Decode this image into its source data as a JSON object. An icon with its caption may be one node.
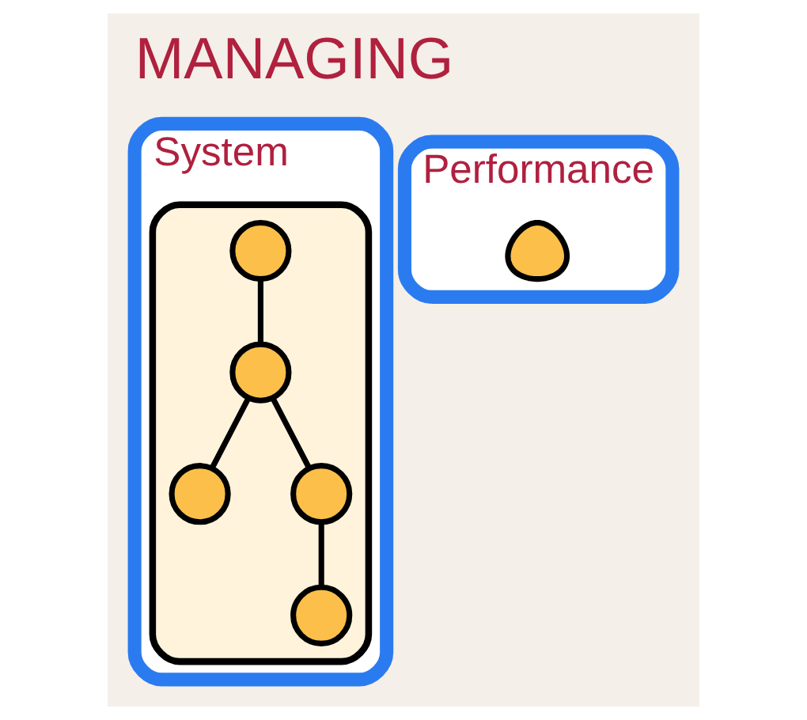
{
  "diagram": {
    "title": "MANAGING",
    "nodes": [
      {
        "text": [
          "System"
        ]
      },
      {
        "text": [
          "Performance"
        ]
      },
      {
        "text": [],
        "shape": "cloud",
        "in": 0
      },
      {
        "text": [],
        "shape": "circle",
        "in": 2
      },
      {
        "text": [],
        "shape": "circle",
        "in": 2
      },
      {
        "text": [],
        "shape": "circle",
        "in": 2
      },
      {
        "text": [],
        "shape": "circle",
        "in": 2
      },
      {
        "text": [],
        "shape": "circle",
        "in": 2
      },
      {
        "text": [],
        "shape": "person",
        "in": 1
      }
    ],
    "edges": [
      {
        "from": 3,
        "to": 4,
        "arrow": "none"
      },
      {
        "from": 4,
        "to": 5,
        "arrow": "none"
      },
      {
        "from": 4,
        "to": 6,
        "arrow": "none"
      },
      {
        "from": 6,
        "to": 7,
        "arrow": "none"
      }
    ]
  }
}
